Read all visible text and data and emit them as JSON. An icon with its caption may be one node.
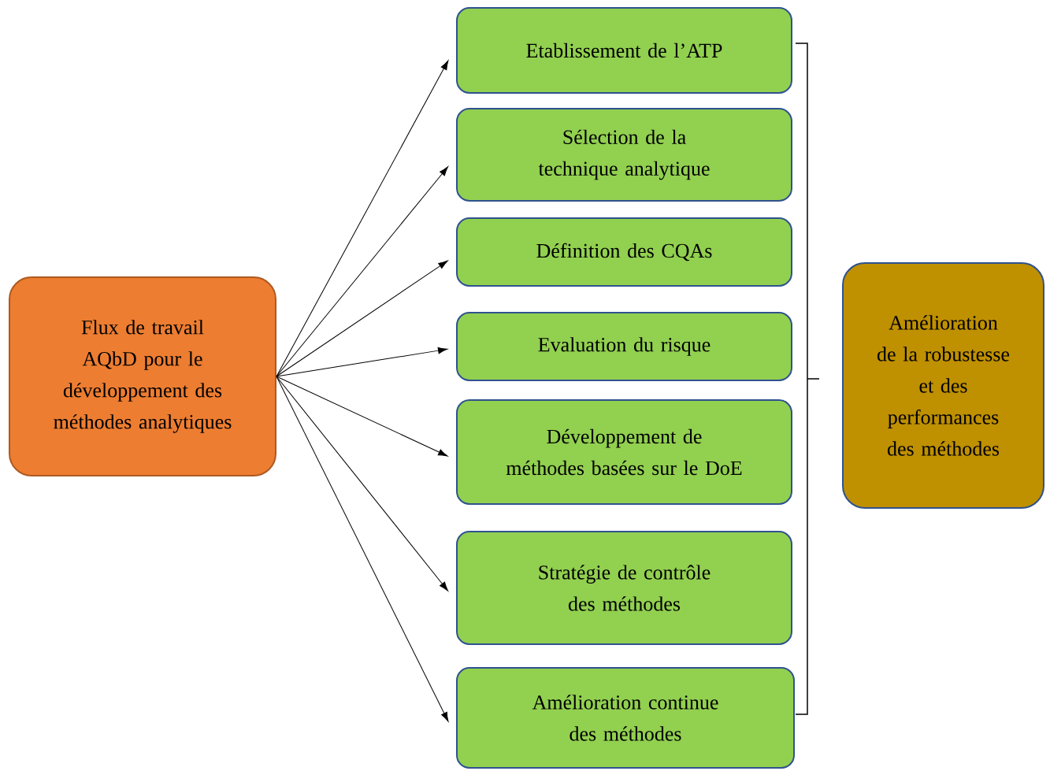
{
  "diagram": {
    "nodes": [
      {
        "text": [
          "Flux de travail AQbD pour le développement des méthodes analytiques"
        ]
      },
      {
        "text": [
          "Etablissement de l’ATP"
        ]
      },
      {
        "text": [
          "Sélection de la technique analytique"
        ]
      },
      {
        "text": [
          "Définition des CQAs"
        ]
      },
      {
        "text": [
          "Evaluation du risque"
        ]
      },
      {
        "text": [
          "Développement de méthodes basées sur le DoE"
        ]
      },
      {
        "text": [
          "Stratégie de contrôle des méthodes"
        ]
      },
      {
        "text": [
          "Amélioration continue des méthodes"
        ]
      },
      {
        "text": [
          "Amélioration de la robustesse et des performances des méthodes"
        ]
      }
    ],
    "edges": [
      {
        "from": 0,
        "to": 1,
        "arrow": "to"
      },
      {
        "from": 0,
        "to": 2,
        "arrow": "to"
      },
      {
        "from": 0,
        "to": 3,
        "arrow": "to"
      },
      {
        "from": 0,
        "to": 4,
        "arrow": "to"
      },
      {
        "from": 0,
        "to": 5,
        "arrow": "to"
      },
      {
        "from": 0,
        "to": 6,
        "arrow": "to"
      },
      {
        "from": 0,
        "to": 7,
        "arrow": "to"
      }
    ]
  }
}
